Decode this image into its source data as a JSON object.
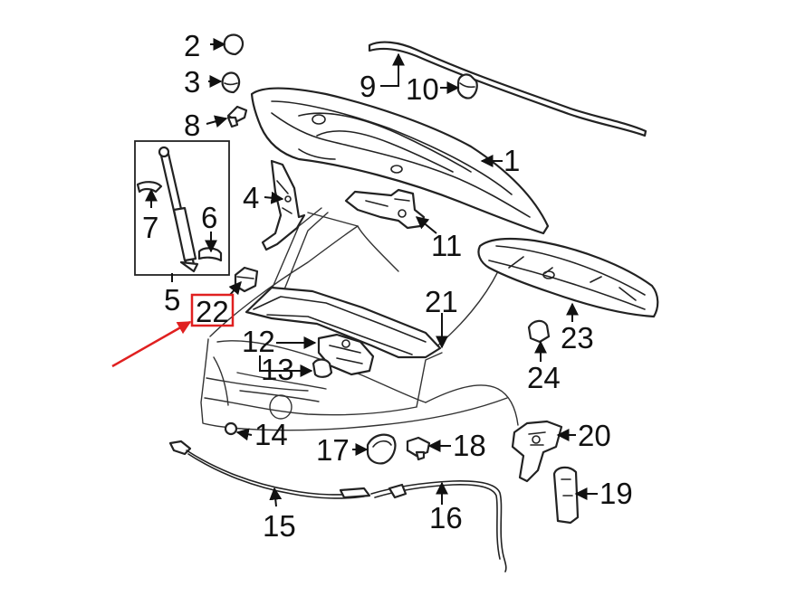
{
  "diagram": {
    "highlight_color": "#e02020",
    "highlighted_part": "22",
    "parts": [
      "1",
      "2",
      "3",
      "4",
      "5",
      "6",
      "7",
      "8",
      "9",
      "10",
      "11",
      "12",
      "13",
      "14",
      "15",
      "16",
      "17",
      "18",
      "19",
      "20",
      "21",
      "22",
      "23",
      "24"
    ]
  }
}
